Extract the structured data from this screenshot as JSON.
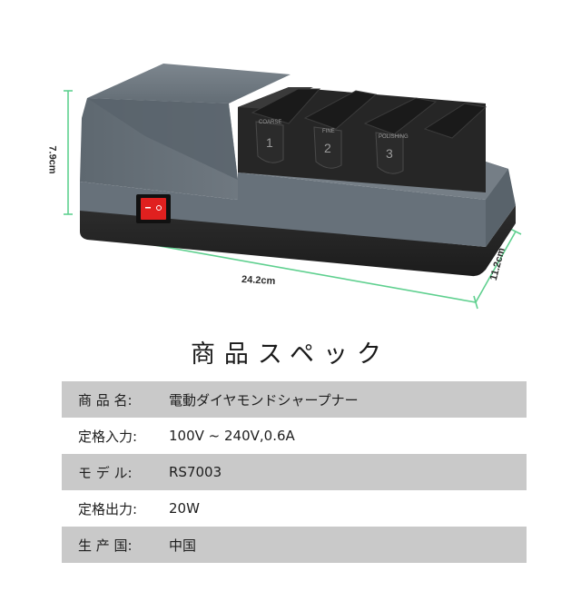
{
  "dimensions": {
    "height": "7.9cm",
    "width": "24.2cm",
    "depth": "11.2cm"
  },
  "slot_labels": [
    "COARSE",
    "FINE",
    "POLISHING"
  ],
  "slot_numbers": [
    "1",
    "2",
    "3"
  ],
  "spec_title": "商品スペック",
  "specs": [
    {
      "label": "商 品 名:",
      "value": "電動ダイヤモンドシャープナー"
    },
    {
      "label": "定格入力:",
      "value": "100V ~ 240V,0.6A"
    },
    {
      "label": "モ デ ル:",
      "value": "RS7003"
    },
    {
      "label": "定格出力:",
      "value": "20W"
    },
    {
      "label": "生 产 国:",
      "value": "中国"
    }
  ],
  "colors": {
    "body_gray": "#6b757d",
    "base_black": "#2a2a2a",
    "switch_red": "#e0201f",
    "dimension_line": "#5fd08f",
    "row_shade": "#c9c9c9"
  }
}
